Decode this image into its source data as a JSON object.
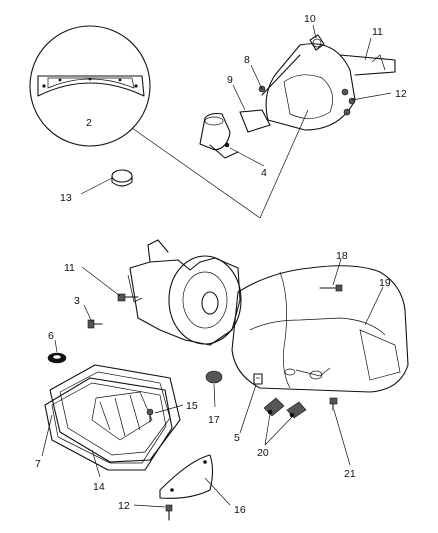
{
  "callouts": {
    "c2": "2",
    "c3": "3",
    "c4": "4",
    "c5": "5",
    "c6": "6",
    "c7": "7",
    "c8": "8",
    "c9": "9",
    "c10": "10",
    "c11a": "11",
    "c11b": "11",
    "c12a": "12",
    "c12b": "12",
    "c13": "13",
    "c14": "14",
    "c15": "15",
    "c16": "16",
    "c17": "17",
    "c18": "18",
    "c19": "19",
    "c20": "20",
    "c21": "21"
  }
}
